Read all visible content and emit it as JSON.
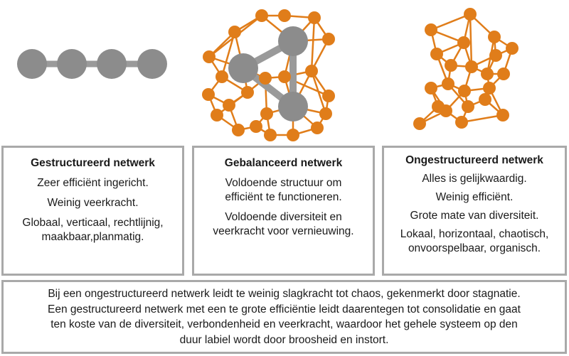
{
  "colors": {
    "gray_node": "#8c8c8c",
    "gray_edge": "#9a9a9a",
    "orange": "#e07d1a",
    "box_border": "#a9a9a9"
  },
  "structured": {
    "title": "Gestructureerd netwerk",
    "lines": [
      "Zeer efficiënt ingericht.",
      "Weinig veerkracht.",
      "Globaal, verticaal, rechtlijnig,",
      "maakbaar,planmatig."
    ]
  },
  "balanced": {
    "title": "Gebalanceerd netwerk",
    "lines": [
      "Voldoende structuur om",
      "efficiënt te functioneren.",
      "Voldoende diversiteit en",
      "veerkracht voor vernieuwing."
    ]
  },
  "unstructured": {
    "title": "Ongestructureerd netwerk",
    "lines": [
      "Alles is gelijkwaardig.",
      "Weinig efficiënt.",
      "Grote mate van diversiteit.",
      "Lokaal, horizontaal, chaotisch,",
      "onvoorspelbaar, organisch."
    ]
  },
  "summary": {
    "lines": [
      "Bij een ongestructureerd netwerk leidt te weinig slagkracht tot chaos, gekenmerkt door stagnatie.",
      "Een gestructureerd netwerk met een te grote efficiëntie leidt daarentegen tot consolidatie en gaat",
      "ten koste van de diversiteit, verbondenheid en veerkracht, waardoor het gehele systeem op den",
      "duur labiel wordt door broosheid en instort."
    ]
  }
}
